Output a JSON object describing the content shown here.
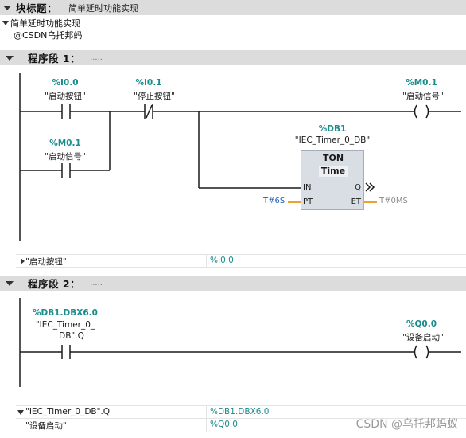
{
  "block": {
    "title": "块标题：",
    "subtitle": "简单延时功能实现",
    "comment_line1": "简单延时功能实现",
    "comment_line2": "@CSDN乌托邦蚂"
  },
  "network1": {
    "title": "程序段 1：",
    "dots": ".....",
    "contact_start": {
      "address": "%I0.0",
      "tag": "\"启动按钮\""
    },
    "contact_stop": {
      "address": "%I0.1",
      "tag": "\"停止按钮\""
    },
    "contact_hold": {
      "address": "%M0.1",
      "tag": "\"启动信号\""
    },
    "coil": {
      "address": "%M0.1",
      "tag": "\"启动信号\""
    },
    "timer": {
      "db_address": "%DB1",
      "db_tag": "\"IEC_Timer_0_DB\"",
      "type": "TON",
      "subtype": "Time",
      "pin_in": "IN",
      "pin_q": "Q",
      "pin_pt": "PT",
      "pin_et": "ET",
      "pt_value": "T#6S",
      "et_value": "T#0MS"
    },
    "table": [
      {
        "name": "\"启动按钮\"",
        "address": "%I0.0"
      }
    ]
  },
  "network2": {
    "title": "程序段 2：",
    "dots": ".....",
    "contact": {
      "address": "%DB1.DBX6.0",
      "tag_line1": "\"IEC_Timer_0_",
      "tag_line2": "DB\".Q"
    },
    "coil": {
      "address": "%Q0.0",
      "tag": "\"设备启动\""
    },
    "table": [
      {
        "name": "\"IEC_Timer_0_DB\".Q",
        "address": "%DB1.DBX6.0"
      },
      {
        "name": "\"设备启动\"",
        "address": "%Q0.0"
      }
    ]
  },
  "watermark": "CSDN @乌托邦蚂蚁",
  "colors": {
    "address": "#1b8c8c",
    "header_bg": "#dcdcdc",
    "pt_value": "#1f5fb0",
    "connector": "#f0a030"
  }
}
